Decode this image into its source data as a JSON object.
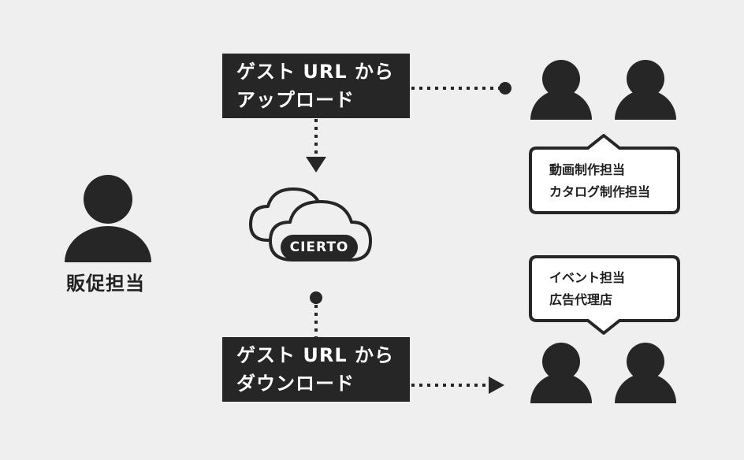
{
  "promo": {
    "label": "販促担当"
  },
  "upload_box": {
    "line1": "ゲスト URL から",
    "line2": "アップロード"
  },
  "download_box": {
    "line1": "ゲスト URL から",
    "line2": "ダウンロード"
  },
  "cloud": {
    "text": "CIERTO"
  },
  "bubble_top": {
    "line1": "動画制作担当",
    "line2": "カタログ制作担当"
  },
  "bubble_bottom": {
    "line1": "イベント担当",
    "line2": "広告代理店"
  },
  "colors": {
    "background": "#efefef",
    "dark": "#262626",
    "white": "#ffffff"
  }
}
